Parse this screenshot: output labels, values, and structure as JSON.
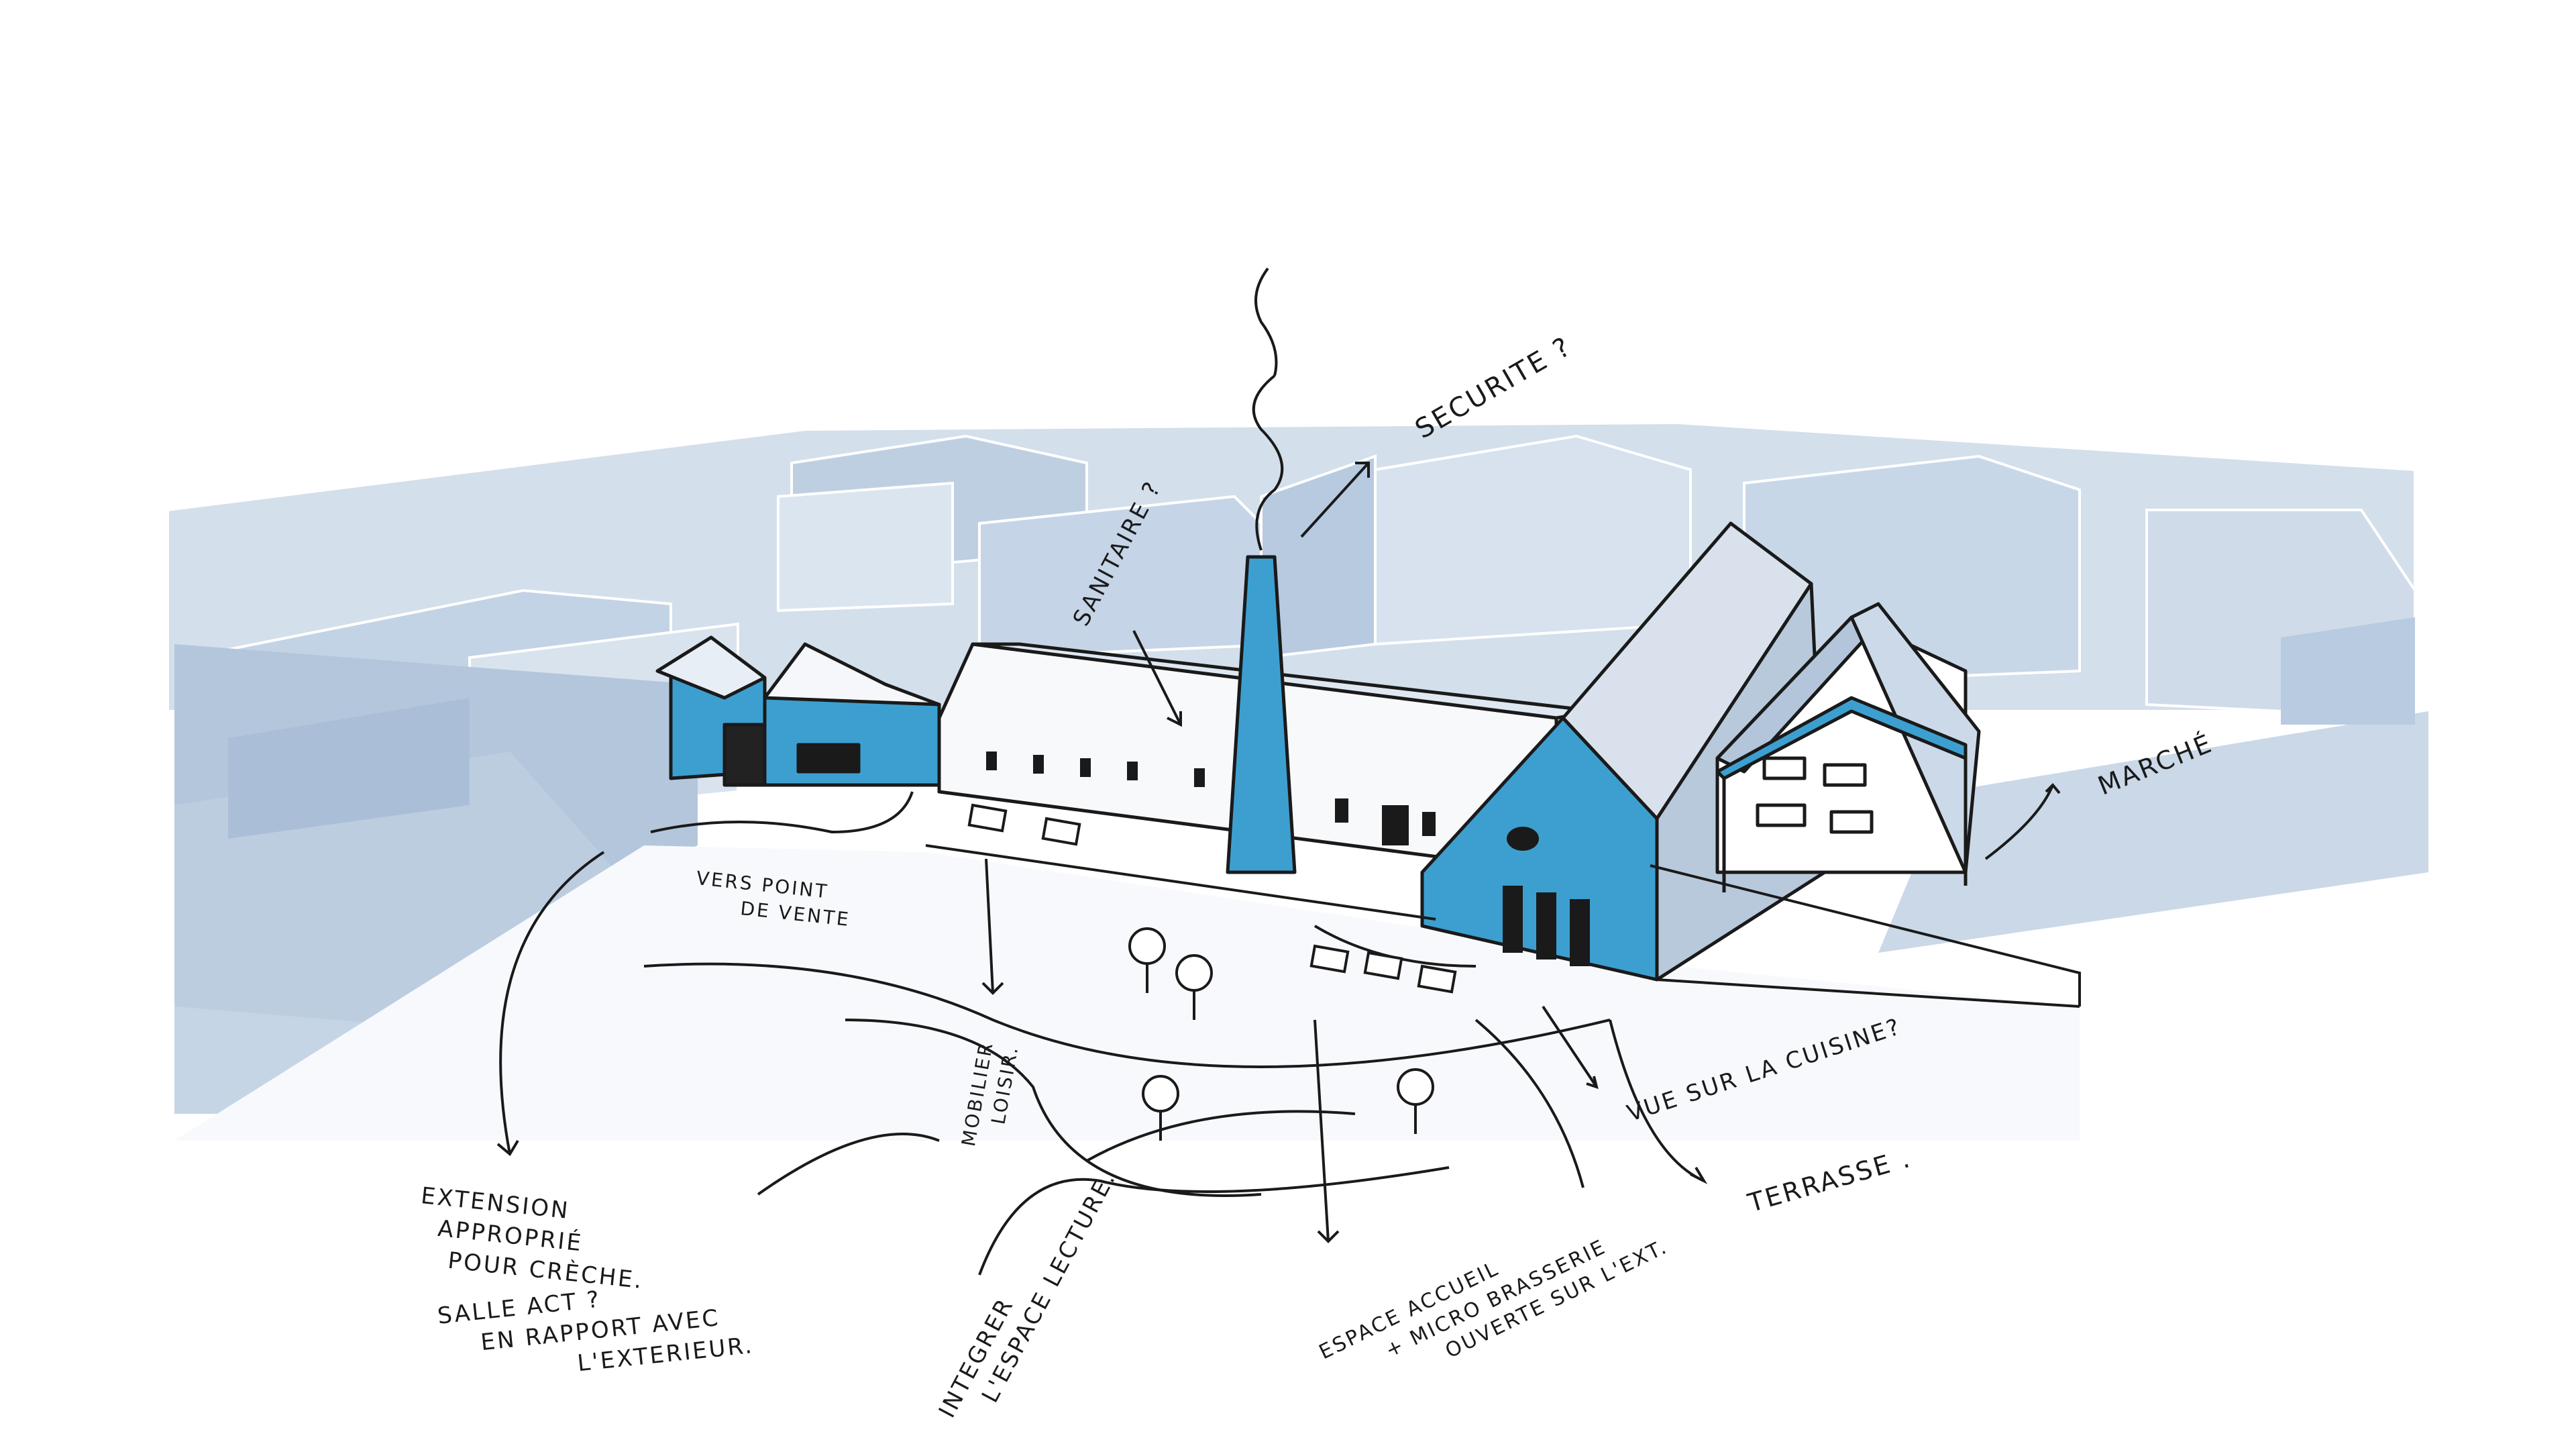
{
  "colors": {
    "massing": "#c9d6e4",
    "shadow": "#a9bed6",
    "light": "#e8eef5",
    "accent": "#3d9fd0",
    "ink": "#1a1a1a"
  },
  "labels": {
    "securite": "SECURITE ?",
    "sanitaire": "SANITAIRE ?",
    "marche": "MARCHÉ",
    "vers_point_1": "VERS POINT",
    "vers_point_2": "DE VENTE",
    "mobilier_1": "MOBILIER",
    "mobilier_2": "LOISIR.",
    "vue_cuisine": "VUE SUR LA CUISINE?",
    "terrasse": "TERRASSE .",
    "extension_1": "EXTENSION",
    "extension_2": "APPROPRIÉ",
    "extension_3": "POUR CRÈCHE.",
    "salle_1": "SALLE ACT ?",
    "salle_2": "EN RAPPORT AVEC",
    "salle_3": "L'EXTERIEUR.",
    "integrer_1": "INTEGRER",
    "integrer_2": "L'ESPACE LECTURE.",
    "espace_1": "ESPACE ACCUEIL",
    "espace_2": "+ MICRO BRASSERIE",
    "espace_3": "OUVERTE SUR L'EXT."
  }
}
